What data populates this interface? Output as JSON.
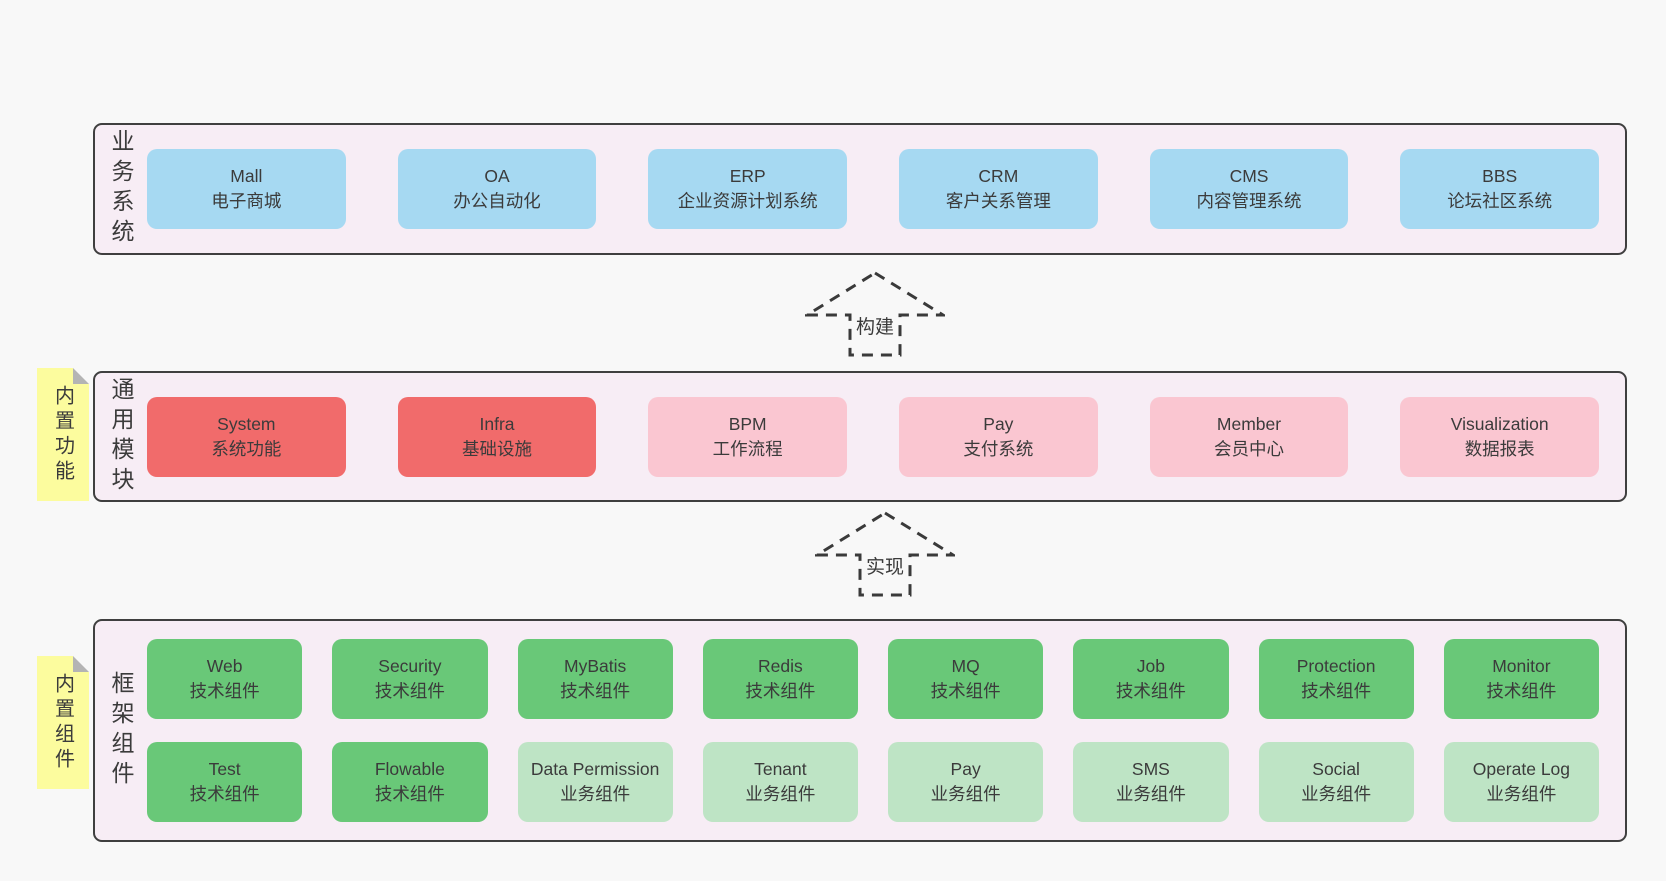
{
  "colors": {
    "page_bg": "#f8f8f8",
    "band_bg": "#f7edf5",
    "band_border": "#3f3f3f",
    "text": "#3b3b3b",
    "blue": "#a6d9f2",
    "red": "#f16b6b",
    "pink": "#fac6d1",
    "green": "#69c878",
    "lightgreen": "#bee4c5",
    "sticky": "#fcfc9e",
    "sticky_fold": "#b4b4b4"
  },
  "arrows": [
    {
      "label": "构建"
    },
    {
      "label": "实现"
    }
  ],
  "bands": [
    {
      "label": "业务系统",
      "rows": [
        [
          {
            "title": "Mall",
            "subtitle": "电子商城",
            "color": "blue"
          },
          {
            "title": "OA",
            "subtitle": "办公自动化",
            "color": "blue"
          },
          {
            "title": "ERP",
            "subtitle": "企业资源计划系统",
            "color": "blue"
          },
          {
            "title": "CRM",
            "subtitle": "客户关系管理",
            "color": "blue"
          },
          {
            "title": "CMS",
            "subtitle": "内容管理系统",
            "color": "blue"
          },
          {
            "title": "BBS",
            "subtitle": "论坛社区系统",
            "color": "blue"
          }
        ]
      ]
    },
    {
      "label": "通用模块",
      "sticky": "内置功能",
      "rows": [
        [
          {
            "title": "System",
            "subtitle": "系统功能",
            "color": "red"
          },
          {
            "title": "Infra",
            "subtitle": "基础设施",
            "color": "red"
          },
          {
            "title": "BPM",
            "subtitle": "工作流程",
            "color": "pink"
          },
          {
            "title": "Pay",
            "subtitle": "支付系统",
            "color": "pink"
          },
          {
            "title": "Member",
            "subtitle": "会员中心",
            "color": "pink"
          },
          {
            "title": "Visualization",
            "subtitle": "数据报表",
            "color": "pink"
          }
        ]
      ]
    },
    {
      "label": "框架组件",
      "sticky": "内置组件",
      "rows": [
        [
          {
            "title": "Web",
            "subtitle": "技术组件",
            "color": "green"
          },
          {
            "title": "Security",
            "subtitle": "技术组件",
            "color": "green"
          },
          {
            "title": "MyBatis",
            "subtitle": "技术组件",
            "color": "green"
          },
          {
            "title": "Redis",
            "subtitle": "技术组件",
            "color": "green"
          },
          {
            "title": "MQ",
            "subtitle": "技术组件",
            "color": "green"
          },
          {
            "title": "Job",
            "subtitle": "技术组件",
            "color": "green"
          },
          {
            "title": "Protection",
            "subtitle": "技术组件",
            "color": "green"
          },
          {
            "title": "Monitor",
            "subtitle": "技术组件",
            "color": "green"
          }
        ],
        [
          {
            "title": "Test",
            "subtitle": "技术组件",
            "color": "green"
          },
          {
            "title": "Flowable",
            "subtitle": "技术组件",
            "color": "green"
          },
          {
            "title": "Data Permission",
            "subtitle": "业务组件",
            "color": "lightgreen"
          },
          {
            "title": "Tenant",
            "subtitle": "业务组件",
            "color": "lightgreen"
          },
          {
            "title": "Pay",
            "subtitle": "业务组件",
            "color": "lightgreen"
          },
          {
            "title": "SMS",
            "subtitle": "业务组件",
            "color": "lightgreen"
          },
          {
            "title": "Social",
            "subtitle": "业务组件",
            "color": "lightgreen"
          },
          {
            "title": "Operate Log",
            "subtitle": "业务组件",
            "color": "lightgreen"
          }
        ]
      ]
    }
  ]
}
